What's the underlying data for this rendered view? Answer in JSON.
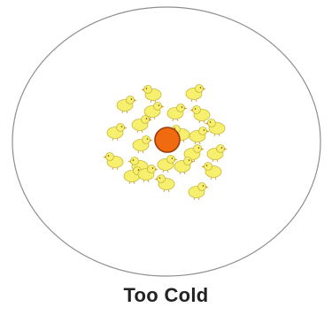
{
  "caption": "Too Cold",
  "colors": {
    "boundary_stroke": "#8e8e8e",
    "chick_body": "#f7ef6e",
    "chick_outline": "#c8b838",
    "chick_beak": "#d6a02a",
    "center_fill": "#f06a10",
    "center_stroke": "#9c3a08"
  },
  "diagram": {
    "boundary_icon": "ellipse-boundary",
    "chick_icon": "chick-icon",
    "center_icon": "center-dot-icon",
    "chick_count": 26
  }
}
